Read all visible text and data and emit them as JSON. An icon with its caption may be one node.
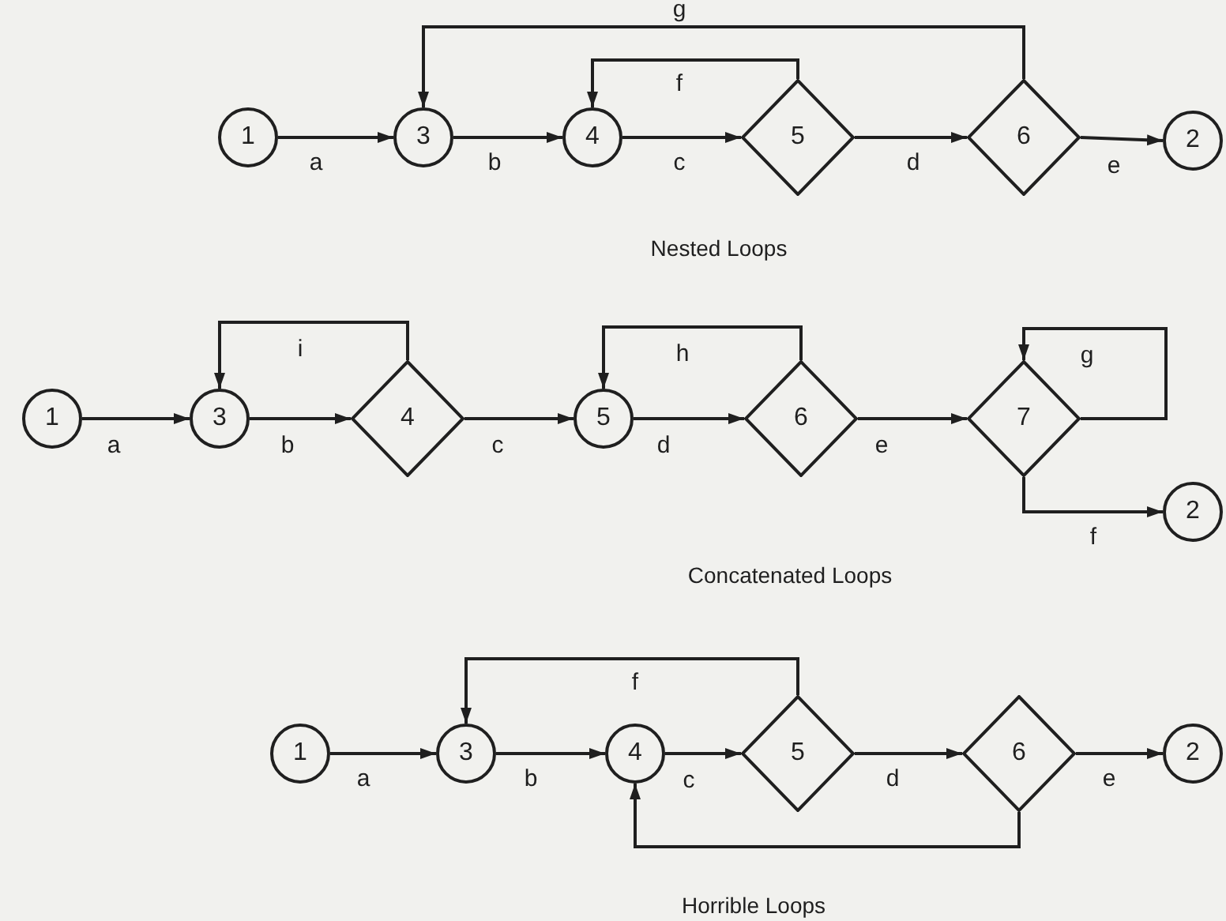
{
  "diagram": {
    "nodes": [
      {
        "text": [
          "1"
        ]
      },
      {
        "text": [
          "3"
        ]
      },
      {
        "text": [
          "4"
        ]
      },
      {
        "text": [
          "5"
        ]
      },
      {
        "text": [
          "6"
        ]
      },
      {
        "text": [
          "2"
        ]
      },
      {
        "text": [
          "1"
        ]
      },
      {
        "text": [
          "3"
        ]
      },
      {
        "text": [
          "4"
        ]
      },
      {
        "text": [
          "5"
        ]
      },
      {
        "text": [
          "6"
        ]
      },
      {
        "text": [
          "7"
        ]
      },
      {
        "text": [
          "2"
        ]
      },
      {
        "text": [
          "1"
        ]
      },
      {
        "text": [
          "3"
        ]
      },
      {
        "text": [
          "4"
        ]
      },
      {
        "text": [
          "5"
        ]
      },
      {
        "text": [
          "6"
        ]
      },
      {
        "text": [
          "2"
        ]
      }
    ],
    "edges": [
      {
        "from": 0,
        "to": 1,
        "arrow": "to",
        "label": "a"
      },
      {
        "from": 1,
        "to": 2,
        "arrow": "to",
        "label": "b"
      },
      {
        "from": 2,
        "to": 3,
        "arrow": "to",
        "label": "c"
      },
      {
        "from": 3,
        "to": 4,
        "arrow": "to",
        "label": "d"
      },
      {
        "from": 4,
        "to": 5,
        "arrow": "to",
        "label": "e"
      },
      {
        "from": 3,
        "to": 2,
        "arrow": "to",
        "label": "f"
      },
      {
        "from": 4,
        "to": 1,
        "arrow": "to",
        "label": "g"
      },
      {
        "from": 6,
        "to": 7,
        "arrow": "to",
        "label": "a"
      },
      {
        "from": 7,
        "to": 8,
        "arrow": "to",
        "label": "b"
      },
      {
        "from": 8,
        "to": 9,
        "arrow": "to",
        "label": "c"
      },
      {
        "from": 9,
        "to": 10,
        "arrow": "to",
        "label": "d"
      },
      {
        "from": 10,
        "to": 11,
        "arrow": "to",
        "label": "e"
      },
      {
        "from": 11,
        "to": 12,
        "arrow": "to",
        "label": "f"
      },
      {
        "from": 8,
        "to": 7,
        "arrow": "to",
        "label": "i"
      },
      {
        "from": 10,
        "to": 9,
        "arrow": "to",
        "label": "h"
      },
      {
        "from": 11,
        "to": 11,
        "arrow": "to",
        "label": "g"
      },
      {
        "from": 13,
        "to": 14,
        "arrow": "to",
        "label": "a"
      },
      {
        "from": 14,
        "to": 15,
        "arrow": "to",
        "label": "b"
      },
      {
        "from": 15,
        "to": 16,
        "arrow": "to",
        "label": "c"
      },
      {
        "from": 16,
        "to": 17,
        "arrow": "to",
        "label": "d"
      },
      {
        "from": 17,
        "to": 18,
        "arrow": "to",
        "label": "e"
      },
      {
        "from": 16,
        "to": 14,
        "arrow": "to",
        "label": "f"
      },
      {
        "from": 17,
        "to": 15,
        "arrow": "to"
      }
    ],
    "labels": [
      "Nested Loops",
      "Concatenated Loops",
      "Horrible Loops"
    ]
  }
}
